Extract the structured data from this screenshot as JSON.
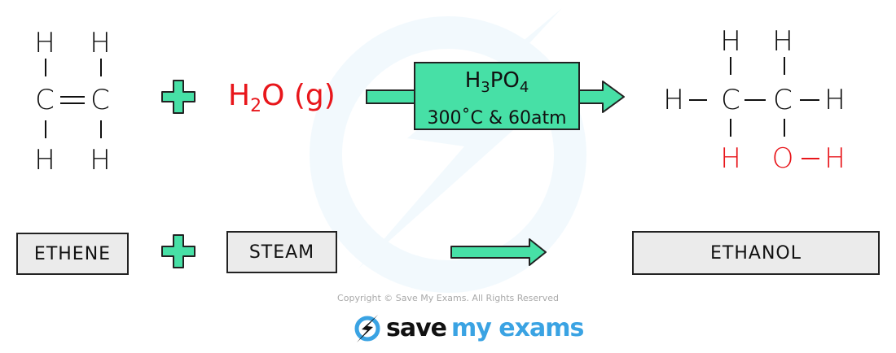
{
  "equation": {
    "reactant1": {
      "name": "ethene",
      "atoms_top": [
        "H",
        "H"
      ],
      "atoms_middle": [
        "C",
        "C"
      ],
      "bond": "double",
      "atoms_bottom": [
        "H",
        "H"
      ]
    },
    "plus_symbol": "+",
    "reactant2": {
      "formula_main": "H",
      "formula_sub": "2",
      "formula_rest": "O (g)"
    },
    "catalyst": {
      "line1_main": "H",
      "line1_sub1": "3",
      "line1_mid": "PO",
      "line1_sub2": "4",
      "conditions": "300˚C & 60atm"
    },
    "product": {
      "name": "ethanol",
      "top": [
        "H",
        "H"
      ],
      "middle": [
        "H",
        "C",
        "C",
        "H"
      ],
      "bottom": [
        "H",
        "O",
        "H"
      ]
    }
  },
  "word_equation": {
    "reactant1": "ETHENE",
    "reactant2": "STEAM",
    "product": "ETHANOL"
  },
  "footer": {
    "copyright": "Copyright © Save My Exams. All Rights Reserved",
    "logo_part1": "save",
    "logo_part2": "my exams"
  },
  "colors": {
    "accent_green": "#47e0a6",
    "highlight_red": "#e8161b",
    "box_grey": "#ebebeb",
    "logo_blue": "#3aa3e3"
  }
}
